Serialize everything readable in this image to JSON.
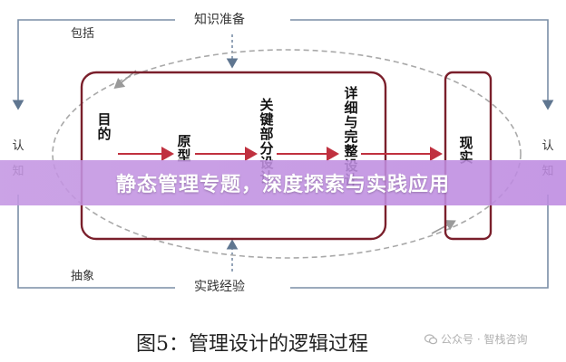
{
  "top_label": "知识准备",
  "bottom_label": "实践经验",
  "left_top_label": "包括",
  "left_bottom_label": "抽象",
  "left_side_label": "认知",
  "right_side_label": "认知",
  "stages": {
    "goal": "目的",
    "prototype": "原型",
    "key_parts": "关键部分设计",
    "detail": "详细与完整设计",
    "realize": "现实"
  },
  "banner_title": "静态管理专题，深度探索与实践应用",
  "caption": "图5：管理设计的逻辑过程",
  "watermark": "公众号 · 智栈咨询",
  "colors": {
    "frame": "#7a1f2b",
    "arrow": "#c0313f",
    "outline": "#7a8ea6",
    "banner": "#c196e0"
  }
}
